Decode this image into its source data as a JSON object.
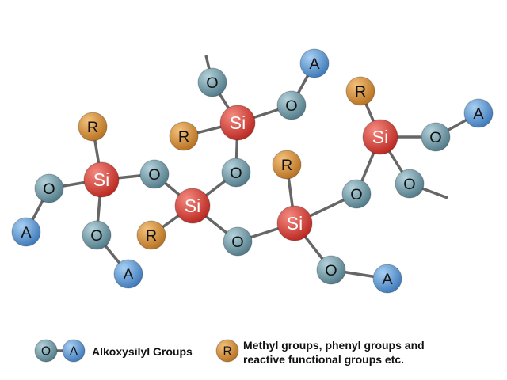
{
  "atoms": {
    "si": "Si",
    "o": "O",
    "a": "A",
    "r": "R"
  },
  "colors": {
    "si": "#d23a32",
    "o": "#6e98a6",
    "a": "#4f8fd0",
    "r": "#d08a32",
    "bond": "#666666"
  },
  "legend": {
    "alkoxy_label": "Alkoxysilyl Groups",
    "r_label_line1": "Methyl groups, phenyl groups and",
    "r_label_line2": "reactive functional groups etc."
  }
}
